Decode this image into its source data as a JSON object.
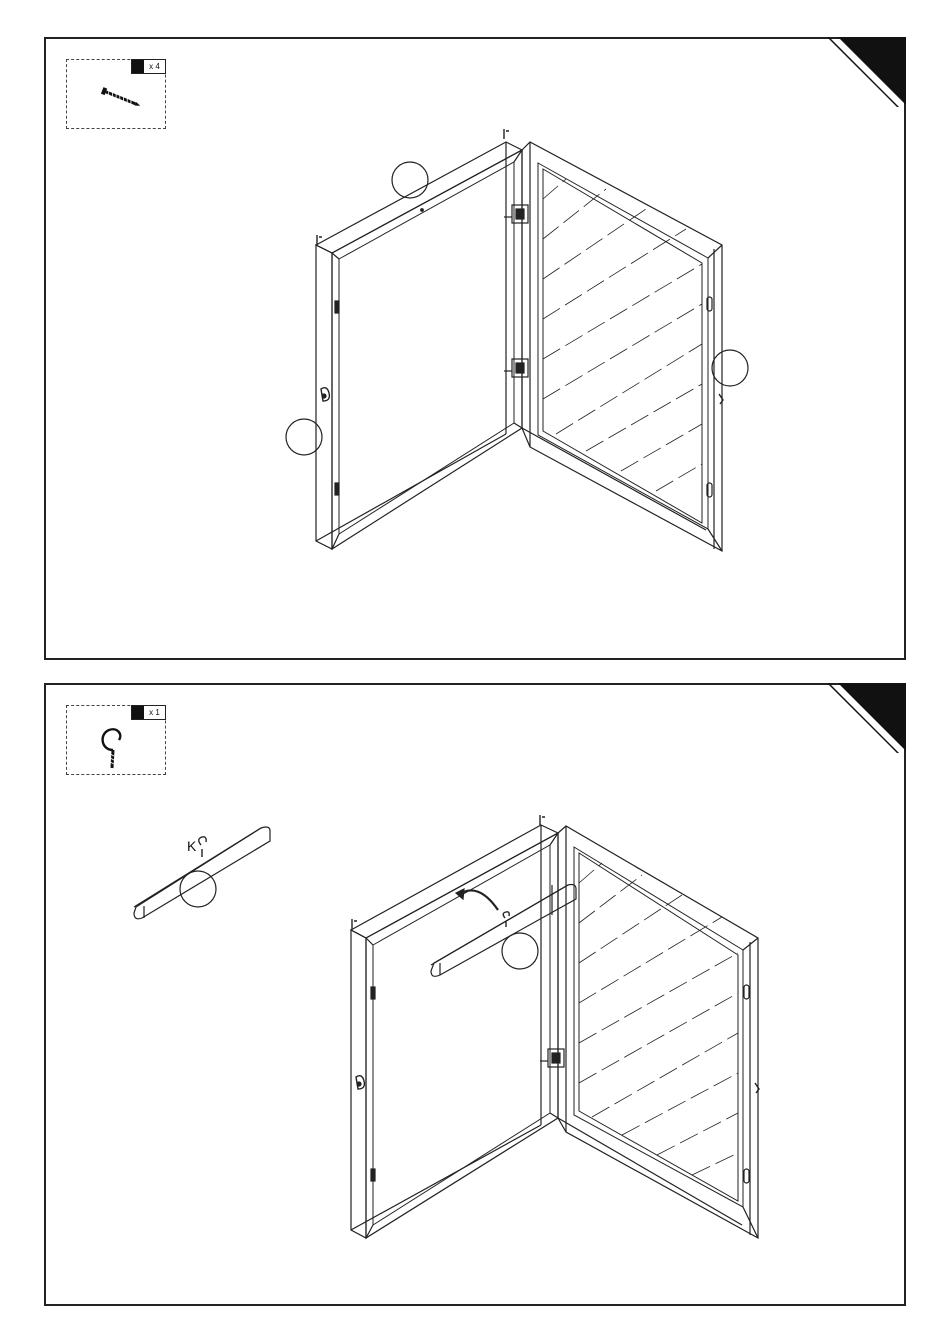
{
  "steps": [
    {
      "part_quantity": "x 4",
      "part_icon": "screw-icon"
    },
    {
      "part_quantity": "x 1",
      "part_icon": "screw-hook-icon",
      "part_label": "K"
    }
  ]
}
